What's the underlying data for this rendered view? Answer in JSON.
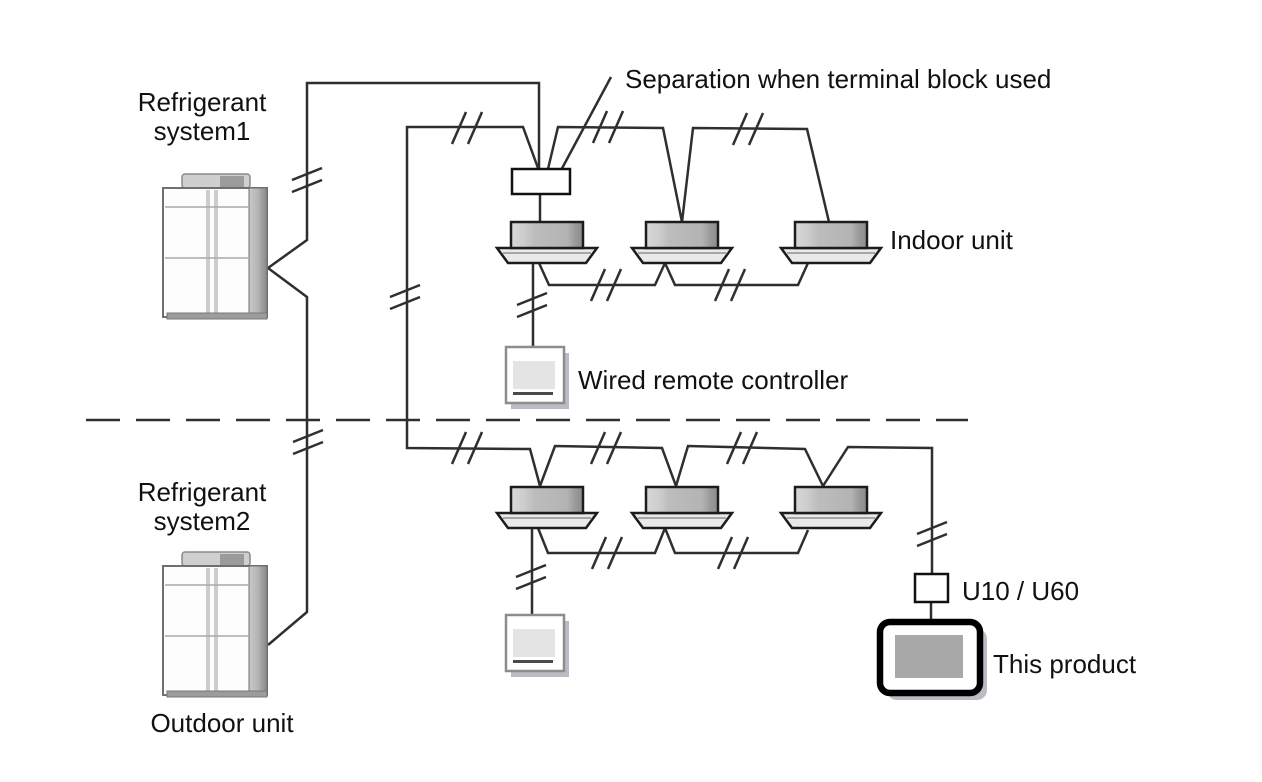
{
  "diagram": {
    "annotation": {
      "separation_note": "Separation when terminal block used"
    },
    "system1": {
      "label_line1": "Refrigerant",
      "label_line2": "system1",
      "indoor_unit_count": 3
    },
    "system2": {
      "label_line1": "Refrigerant",
      "label_line2": "system2",
      "indoor_unit_count": 3
    },
    "labels": {
      "indoor_unit": "Indoor unit",
      "wired_remote_controller": "Wired remote controller",
      "outdoor_unit": "Outdoor unit",
      "u10_u60": "U10 / U60",
      "this_product": "This product"
    },
    "colors": {
      "wire": "#2f2f2f",
      "text": "#111111",
      "background": "#ffffff",
      "tray_fill": "#e9e9e9",
      "shadow": "#b9bdc3",
      "product_inner": "#a8a8a8",
      "product_border": "#000000"
    }
  }
}
